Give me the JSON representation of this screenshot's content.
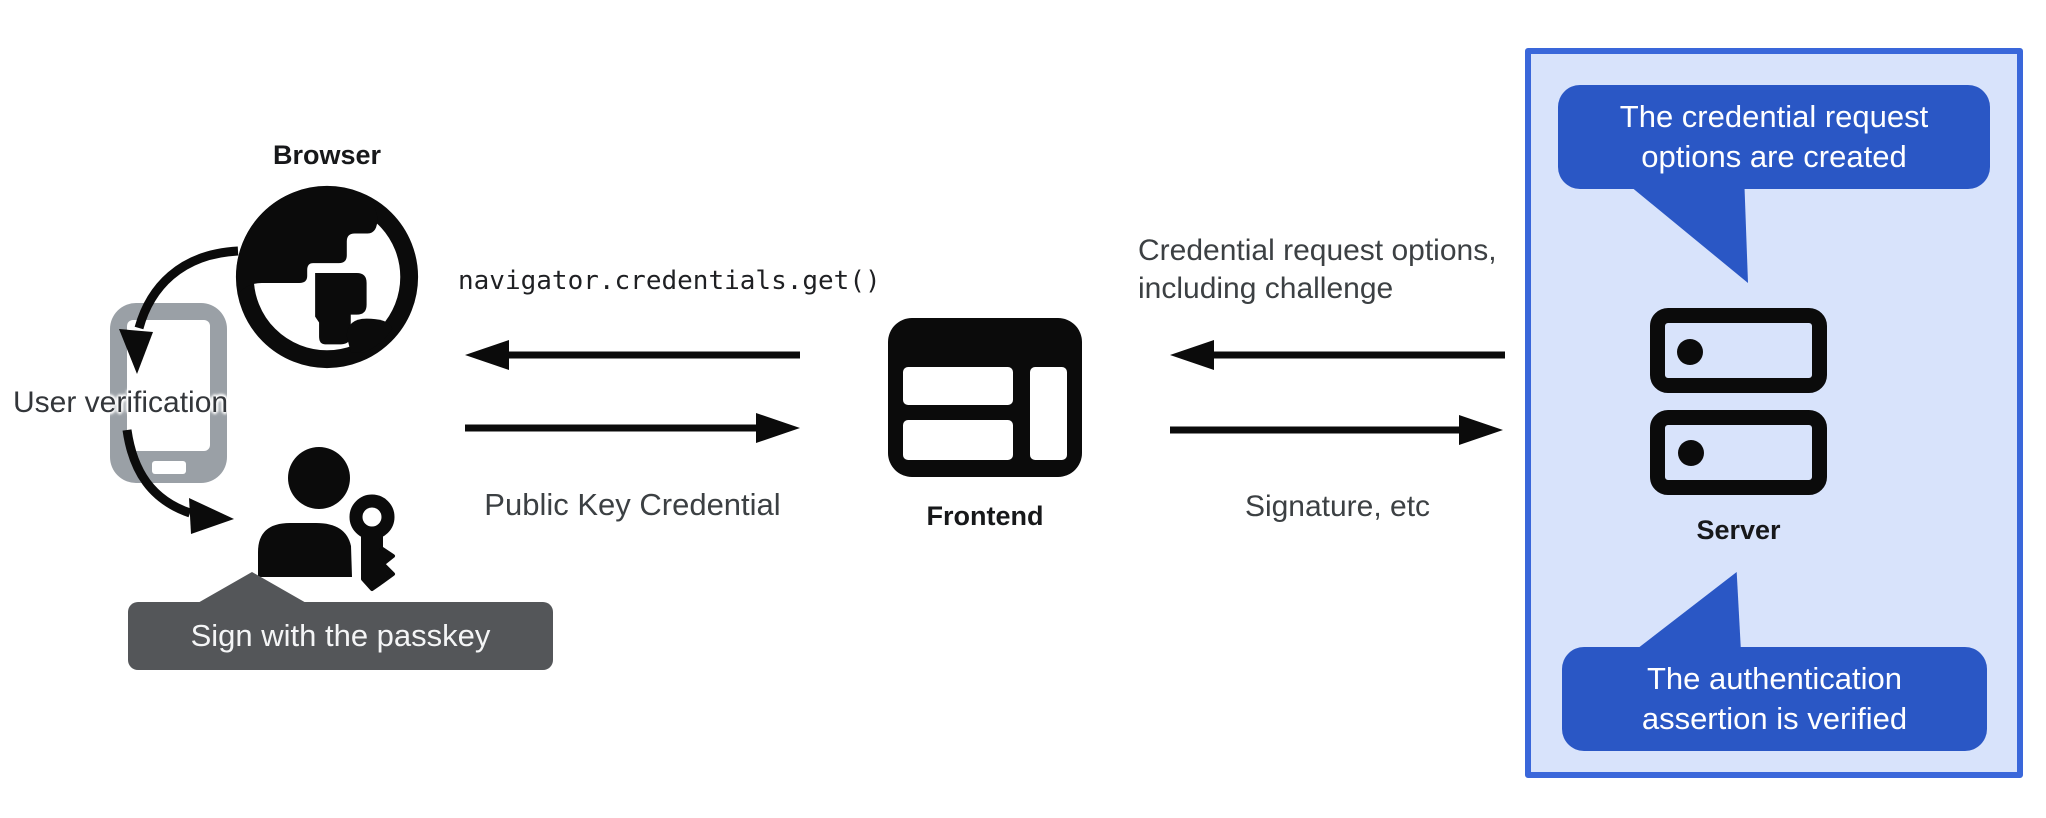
{
  "diagram": {
    "browser": {
      "label": "Browser"
    },
    "user_verification_label": "User verification",
    "passkey_tooltip": "Sign with the passkey",
    "frontend": {
      "label": "Frontend"
    },
    "server": {
      "label": "Server"
    },
    "messages": {
      "navigator_call": "navigator.credentials.get()",
      "public_key_credential": "Public Key Credential",
      "credential_request_line1": "Credential request options,",
      "credential_request_line2": "including challenge",
      "signature": "Signature, etc"
    },
    "server_callouts": {
      "top": {
        "line1": "The credential request",
        "line2": "options are created"
      },
      "bottom": {
        "line1": "The authentication",
        "line2": "assertion is verified"
      }
    },
    "colors": {
      "bubble_blue": "#2a57c5",
      "panel_fill": "#d8e3fb",
      "panel_border": "#3a67da",
      "tooltip_gray": "#545659",
      "phone_gray": "#9aa0a6",
      "ink": "#0b0b0b"
    }
  }
}
